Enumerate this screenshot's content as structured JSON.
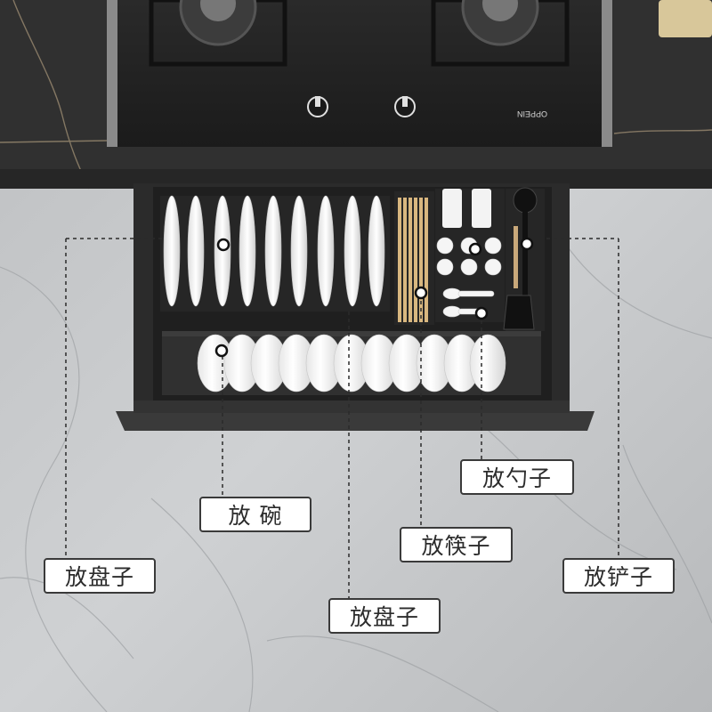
{
  "stove": {
    "brand": "OPPEIN"
  },
  "labels": {
    "spoon": "放勺子",
    "bowl": "放 碗",
    "chopsticks": "放筷子",
    "plate_left": "放盘子",
    "spatula": "放铲子",
    "plate_bottom": "放盘子"
  },
  "colors": {
    "marble": "#c4c6c8",
    "countertop": "#2e2e2e",
    "drawer": "#2a2a2a",
    "label_border": "#3a3a3a"
  }
}
